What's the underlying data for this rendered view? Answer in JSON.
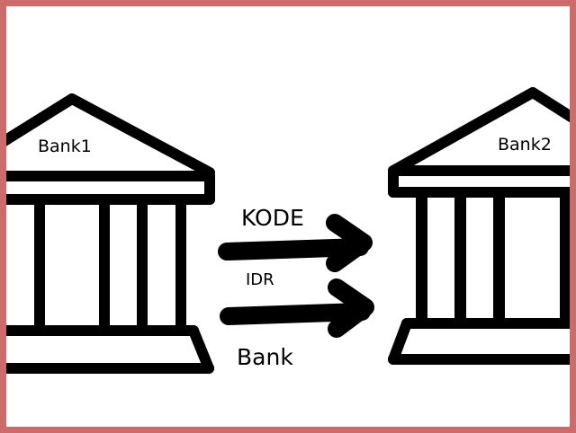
{
  "colors": {
    "border": "#cd6b6b",
    "ink": "#000000",
    "background": "#ffffff"
  },
  "banks": [
    {
      "label": "Bank1",
      "icon": "bank-building-icon"
    },
    {
      "label": "Bank2",
      "icon": "bank-building-icon"
    }
  ],
  "transfer_labels": {
    "top": "KODE",
    "middle": "IDR",
    "bottom": "Bank"
  }
}
